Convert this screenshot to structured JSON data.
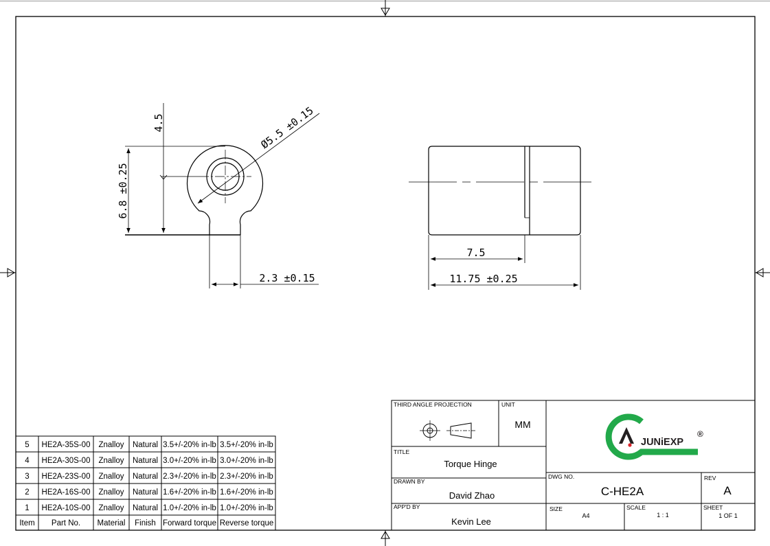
{
  "front_view": {
    "dim_height": "6.8 ±0.25",
    "dim_top": "4.5",
    "dim_diameter": "Ø5.5 ±0.15",
    "dim_tab_width": "2.3 ±0.15"
  },
  "side_view": {
    "dim_partial": "7.5",
    "dim_total": "11.75 ±0.25"
  },
  "bom": {
    "headers": [
      "Item",
      "Part No.",
      "Material",
      "Finish",
      "Forward torque",
      "Reverse torque"
    ],
    "rows": [
      [
        "5",
        "HE2A-35S-00",
        "Znalloy",
        "Natural",
        "3.5+/-20% in-lb",
        "3.5+/-20% in-lb"
      ],
      [
        "4",
        "HE2A-30S-00",
        "Znalloy",
        "Natural",
        "3.0+/-20% in-lb",
        "3.0+/-20% in-lb"
      ],
      [
        "3",
        "HE2A-23S-00",
        "Znalloy",
        "Natural",
        "2.3+/-20% in-lb",
        "2.3+/-20% in-lb"
      ],
      [
        "2",
        "HE2A-16S-00",
        "Znalloy",
        "Natural",
        "1.6+/-20% in-lb",
        "1.6+/-20% in-lb"
      ],
      [
        "1",
        "HE2A-10S-00",
        "Znalloy",
        "Natural",
        "1.0+/-20% in-lb",
        "1.0+/-20% in-lb"
      ]
    ]
  },
  "title_block": {
    "projection_label": "THIRD ANGLE PROJECTION",
    "unit_label": "UNIT",
    "unit_value": "MM",
    "title_label": "TITLE",
    "title_value": "Torque Hinge",
    "drawn_label": "DRAWN BY",
    "drawn_value": "David Zhao",
    "appd_label": "APP'D  BY",
    "appd_value": "Kevin Lee",
    "dwg_label": "DWG NO.",
    "dwg_value": "C-HE2A",
    "rev_label": "REV",
    "rev_value": "A",
    "size_label": "SIZE",
    "size_value": "A4",
    "scale_label": "SCALE",
    "scale_value": "1 : 1",
    "sheet_label": "SHEET",
    "sheet_value": "1 OF 1",
    "logo_text": "JUNiEXP",
    "logo_reg": "®"
  },
  "colors": {
    "line": "#000000",
    "logo_green": "#22a94a",
    "logo_red": "#d8242a",
    "logo_dark": "#231f20"
  }
}
